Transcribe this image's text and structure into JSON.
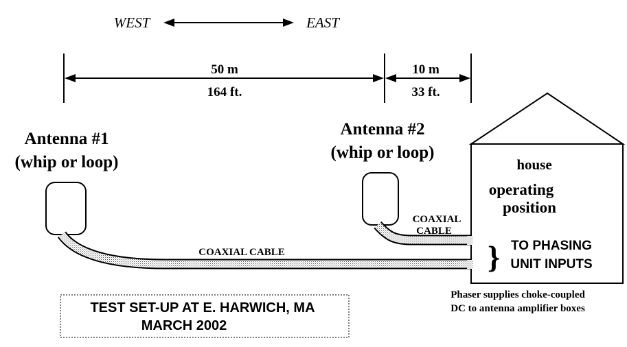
{
  "direction": {
    "west": "WEST",
    "east": "EAST"
  },
  "span1": {
    "metric": "50 m",
    "imperial": "164 ft."
  },
  "span2": {
    "metric": "10 m",
    "imperial": "33 ft."
  },
  "antenna1": {
    "title": "Antenna #1",
    "subtitle": "(whip or loop)"
  },
  "antenna2": {
    "title": "Antenna #2",
    "subtitle": "(whip or loop)"
  },
  "house": {
    "label": "house",
    "line1": "operating",
    "line2": "position",
    "inputs1": "TO PHASING",
    "inputs2": "UNIT INPUTS"
  },
  "cable_long": "COAXIAL CABLE",
  "cable_short": {
    "line1": "COAXIAL",
    "line2": "CABLE"
  },
  "phaser_note": {
    "line1": "Phaser supplies choke-coupled",
    "line2": "DC to antenna amplifier boxes"
  },
  "caption": {
    "line1": "TEST SET-UP AT E. HARWICH, MA",
    "line2": "MARCH 2002"
  }
}
